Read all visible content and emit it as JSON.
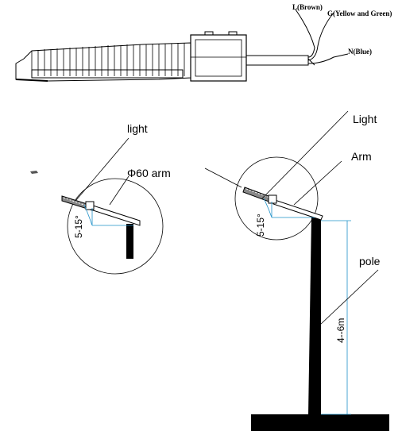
{
  "wires": {
    "live": "L(Brown)",
    "ground": "G(Yellow and Green)",
    "neutral": "N(Blue)"
  },
  "detail_left": {
    "light": "light",
    "arm": "Φ60 arm",
    "angle": "5-15°"
  },
  "detail_right": {
    "light": "Light",
    "arm": "Arm",
    "angle": "5-15°",
    "pole": "pole",
    "height": "4--6m"
  },
  "colors": {
    "line": "#000000",
    "dimension": "#1e90c8",
    "angle_guide": "#1e90c8"
  }
}
